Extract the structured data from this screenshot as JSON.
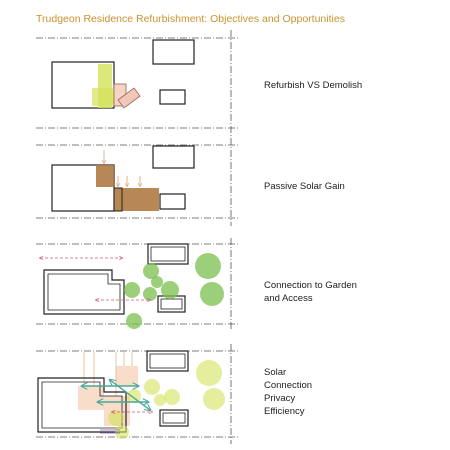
{
  "title": "Trudgeon Residence Refurbishment: Objectives and Opportunities",
  "panels": [
    {
      "labels": [
        "Refurbish VS Demolish"
      ]
    },
    {
      "labels": [
        "Passive Solar Gain"
      ]
    },
    {
      "labels": [
        "Connection to Garden",
        "and Access"
      ]
    },
    {
      "labels": [
        "Solar",
        "Connection",
        "Privacy",
        "Efficiency"
      ]
    }
  ],
  "colors": {
    "title": "#c9932e",
    "line": "#222222",
    "green": "#7bbf4e",
    "lime": "#d4e25a",
    "brown": "#b07a44",
    "peach": "#f0b48a",
    "pink": "#d15a70",
    "teal": "#48a89a",
    "purple": "#8a5ab0"
  }
}
